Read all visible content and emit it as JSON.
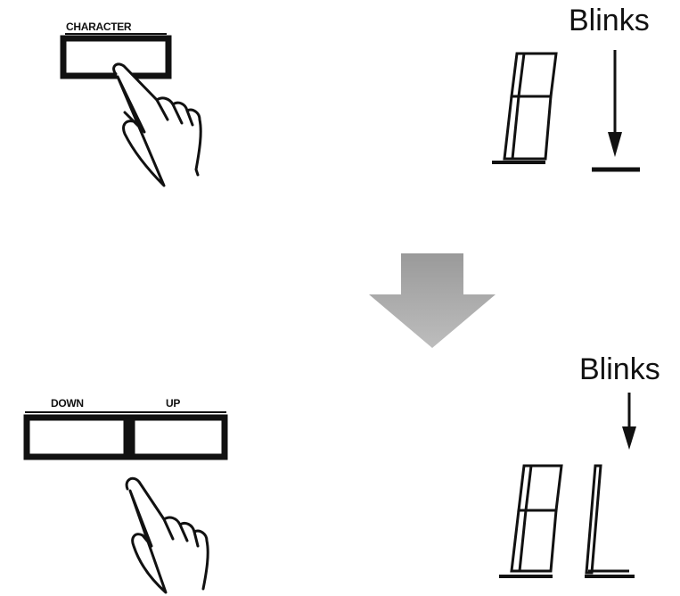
{
  "step1": {
    "button_label": "CHARACTER",
    "annotation": "Blinks",
    "display_char": "8",
    "button_icon": "pressing-hand-icon"
  },
  "transition": {
    "arrow_icon": "down-arrow-icon",
    "arrow_color": "#a9a9a9"
  },
  "step2": {
    "down_label": "DOWN",
    "up_label": "UP",
    "annotation": "Blinks",
    "display_chars": [
      "8",
      "L"
    ],
    "button_icon": "pressing-hand-icon"
  },
  "colors": {
    "ink": "#111111",
    "background": "#ffffff"
  }
}
